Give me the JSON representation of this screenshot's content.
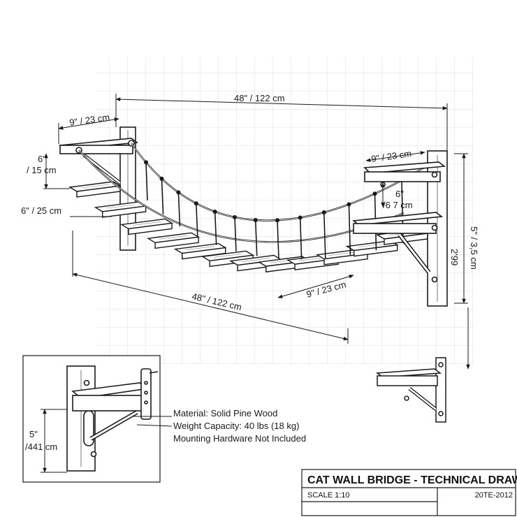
{
  "dimensions": {
    "overall_top": "48\" / 122 cm",
    "left_platform_width": "9\" / 23 cm",
    "left_height_a": "6\"",
    "left_height_b": "/ 15 cm",
    "plank_width": "6\" / 25 cm",
    "right_platform_width": "9\" / 23 cm",
    "right_small_a": "6\"",
    "right_small_b": "/6 7 cm",
    "right_height": "5\" / 3,5 cm",
    "right_height_extra": "2'99",
    "overall_bottom": "48\" / 122 cm",
    "bridge_end_width": "9\" / 23 cm",
    "inset_height_a": "5\"",
    "inset_height_b": "/441 cm"
  },
  "notes": {
    "material": "Material: Solid Pine Wood",
    "capacity": "Weight Capacity: 40 lbs (18 kg)",
    "hardware": "Mounting Hardware Not Included"
  },
  "title_block": {
    "title": "CAT WALL BRIDGE - TECHNICAL DRAWING",
    "scale": "SCALE 1:10",
    "code": "20TE-2012"
  },
  "colors": {
    "line": "#1a1a1a",
    "grid": "#d9d9d9",
    "wood": "#ffffff"
  }
}
